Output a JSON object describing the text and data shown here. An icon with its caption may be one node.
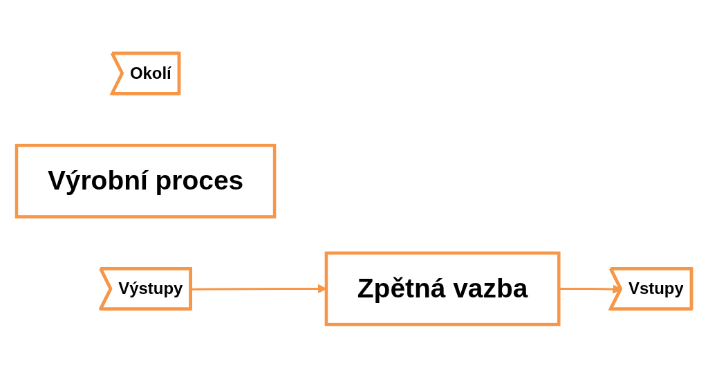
{
  "diagram": {
    "nodes": [
      {
        "text": [
          "Okolí"
        ]
      },
      {
        "text": [
          "Vstupy"
        ]
      },
      {
        "text": [
          "Výrobní proces"
        ]
      },
      {
        "text": [
          "Výstupy"
        ]
      },
      {
        "text": [
          "Zpětná vazba"
        ]
      }
    ],
    "edges": [
      {
        "from": 3,
        "to": 4,
        "arrow": "to"
      },
      {
        "from": 4,
        "to": 1,
        "arrow": "to"
      }
    ]
  }
}
